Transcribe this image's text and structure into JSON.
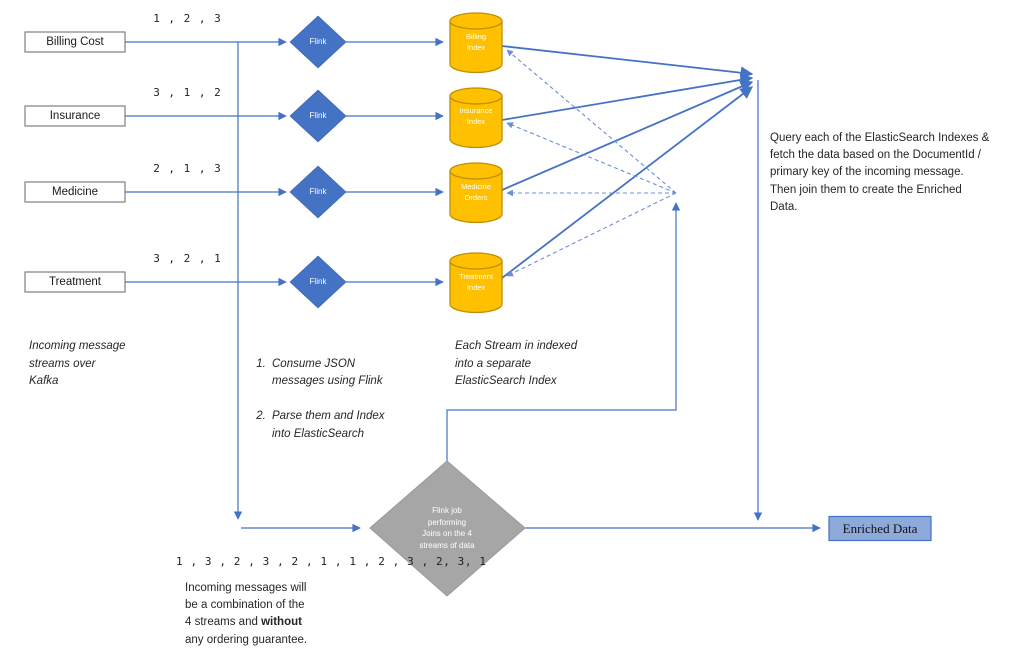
{
  "streams": [
    {
      "source": "Billing Cost",
      "sequence": "1 , 2 , 3",
      "processor": "Flink",
      "index": "Billing\nIndex"
    },
    {
      "source": "Insurance",
      "sequence": "3 , 1 , 2",
      "processor": "Flink",
      "index": "Insurance\nIndex"
    },
    {
      "source": "Medicine",
      "sequence": "2 , 1 , 3",
      "processor": "Flink",
      "index": "Medicine\nOrders"
    },
    {
      "source": "Treatment",
      "sequence": "3 , 2 , 1",
      "processor": "Flink",
      "index": "Treatment\nIndex"
    }
  ],
  "notes": {
    "kafka": "Incoming message\nstreams over\nKafka",
    "flink_steps": [
      "Consume JSON\nmessages using Flink",
      "Parse them and Index\ninto ElasticSearch"
    ],
    "elasticsearch": "Each Stream in indexed\ninto a separate\nElasticSearch Index",
    "query": "Query each of the ElasticSearch Indexes &\nfetch the data based on the DocumentId /\nprimary key of the incoming message.\nThen join them to create the Enriched\nData.",
    "mixed_sequence": "1 , 3 , 2 , 3 , 2 , 1 , 1 , 2 , 3 , 2, 3, 1",
    "ordering_prefix": "Incoming messages will\nbe a combination of the\n4 streams and ",
    "ordering_bold": "without",
    "ordering_suffix": "\nany ordering guarantee."
  },
  "join_diamond": {
    "label": "Flink job\nperforming\nJoins on the 4\nstreams of data"
  },
  "output": {
    "label": "Enriched Data"
  },
  "colors": {
    "line_blue": "#4472C4",
    "dashed_blue": "#6B8FD4",
    "flink_fill": "#4472C4",
    "cylinder_fill": "#FFC000",
    "cylinder_stroke": "#BF9000",
    "join_fill": "#A6A6A6",
    "output_fill": "#8EAADB",
    "source_box_stroke": "#7F7F7F"
  }
}
